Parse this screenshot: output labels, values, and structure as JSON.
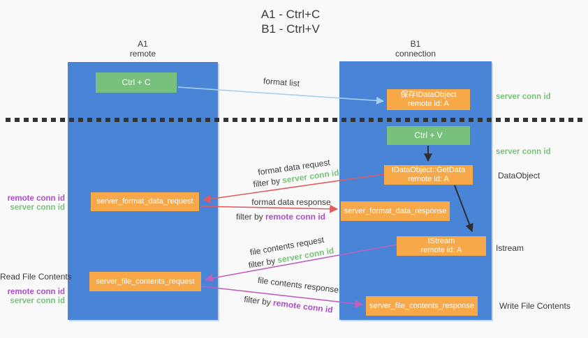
{
  "title": {
    "line1": "A1 - Ctrl+C",
    "line2": "B1 - Ctrl+V"
  },
  "lanes": {
    "left": {
      "name": "A1",
      "role": "remote"
    },
    "right": {
      "name": "B1",
      "role": "connection"
    }
  },
  "nodes": {
    "ctrl_c": "Ctrl + C",
    "ctrl_v": "Ctrl + V",
    "save_dataobject": {
      "line1": "保存IDataObject",
      "line2": "remote id: A"
    },
    "getdata": {
      "line1": "IDataObject::GetData",
      "line2": "remote id: A"
    },
    "istream": {
      "line1": "IStream",
      "line2": "remote id: A"
    },
    "format_request": "server_format_data_request",
    "format_response": "server_format_data_response",
    "file_request": "server_file_contents_request",
    "file_response": "server_file_contents_response"
  },
  "flow_labels": {
    "format_list": "format list",
    "format_data_request": "format data request",
    "format_data_response": "format data response",
    "file_contents_request": "file contents request",
    "file_contents_response": "file contents response",
    "filter_by": "filter by ",
    "server_conn_id": "server conn id",
    "remote_conn_id": "remote conn id"
  },
  "side_labels": {
    "server_conn_id_top": "server conn id",
    "server_conn_id_mid": "server conn id",
    "dataobject": "DataObject",
    "istream": "Istream",
    "write_file_contents": "Write File Contents",
    "read_file_contents": "Read File Contents",
    "remote_conn_id": "remote conn id",
    "server_conn_id": "server conn id"
  },
  "colors": {
    "lane_blue": "#4a84d6",
    "box_orange": "#f7a848",
    "box_green": "#77c17d",
    "arrow_red": "#e05c5c",
    "arrow_magenta": "#bf5fbf",
    "arrow_light_blue": "#a6d1ee",
    "arrow_black": "#2e2e2e",
    "label_green": "#77c377",
    "label_purple": "#ab4fc8",
    "text_dark": "#3d3d3d"
  }
}
